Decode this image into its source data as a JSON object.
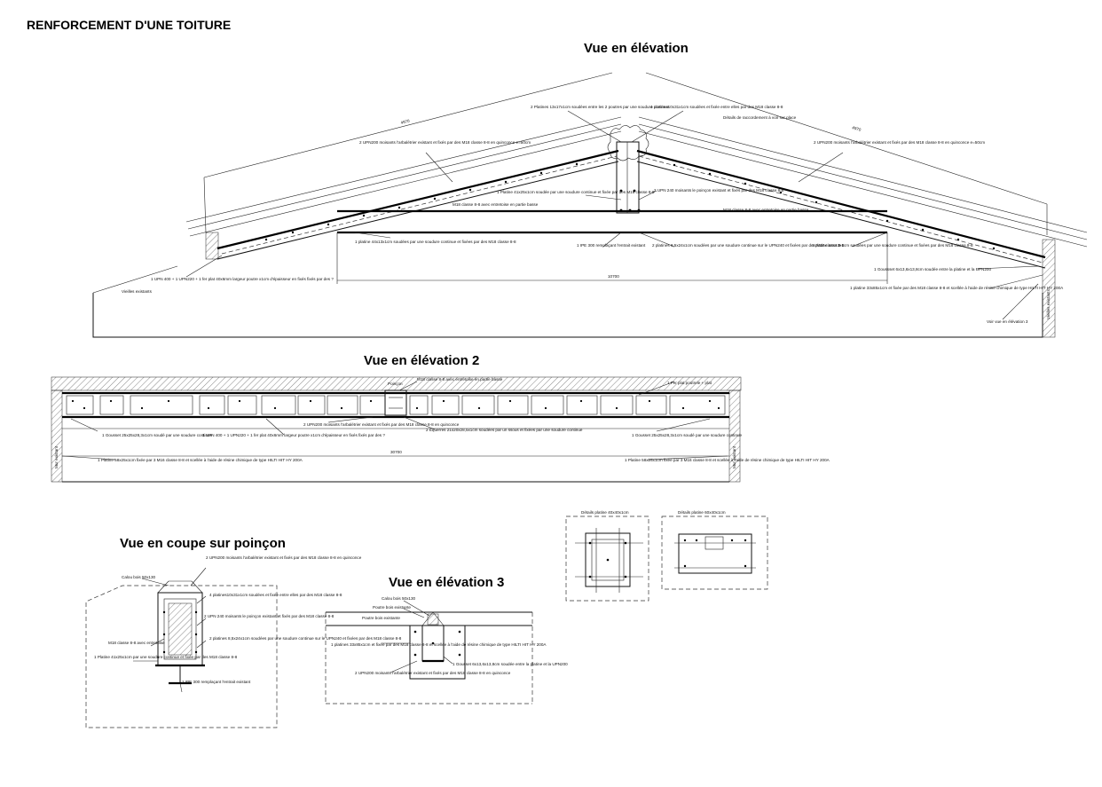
{
  "title": "RENFORCEMENT D'UNE TOITURE",
  "views": {
    "elevation1": "Vue en élévation",
    "elevation2": "Vue en élévation 2",
    "coupe": "Vue en coupe sur poinçon",
    "elevation3": "Vue en élévation 3"
  },
  "elevation1_labels": [
    "2 Platines 13x17x1cm soudées entre les 2 poutres par une soudure continue",
    "4 platines10x31x1cm soudées et fixée entre elles par des M18 classe 8-8",
    "Détails de raccordement à voir sur place",
    "2 UPN200 moisants l'arbalétrier existant et fixés par des M18 classe 8-8 en quinconce e=50cm",
    "2 UPN200 moisants l'arbalétrier existant et fixés par des M18 classe 8-8 en quinconce e=50cm",
    "1 Platine 41x25x1cm soudée par une soudure continue et fixée par des M18 classe 8-8",
    "2 UPN 240 moisants le poinçon existant et fixés par des M18 classe 8-8",
    "M18 classe 8-8 avec entretoise en partie basse",
    "M18 classe 8-8 avec entretoise en partie basse",
    "1 platine 44x13x1cm soudées par une soudure continue et fixées par des M18 classe 8-8",
    "1 IPE 300 remplaçant l'entrait existant",
    "2 platines 8,5x24x1cm soudées par une soudure continue sur le UPN240 et fixées par des M18 classe 8-8",
    "1 platine 44x13x1cm soudées par une soudure continue et fixées par des M18 classe 8-8",
    "1 UPN 400 + 1 UPN220 + 1 fer plat 40x6mm largeur poutre x1cm d'épaisseur en fixés fixés par des ?",
    "Vieilles existants",
    "1 Goussset 6x13,6x13,8cm soudée entre la platine et la UPN200",
    "1 platine 33x85x1cm et fixée par des M18 classe 8-8 et scellée à l'aide de résine chimique de type HILTI HIT HY 200A",
    "Voir vue en élévation 3",
    "Vieilles existants"
  ],
  "elevation2_labels": [
    "M18 classe 8-8 avec entretoise en partie basse",
    "1 Fer plat poutrele + plat",
    "Poinçon",
    "1 Gousset 25x25x28,3x1cm soudé par une soudure continue",
    "1 UPN 400 + 1 UPN220 + 1 fer plat 40x6mm largeur poutre x1cm d'épaisseur en fixés fixés par des ?",
    "2 UPN200 moisants l'arbalétrier existant et fixés par des M18 classe 8-8 en quinconce",
    "2 Equerres 21x20x28,5x1cm soudées par un ssous et fixées par une soudure continue",
    "1 Gousset 25x25x28,3x1cm soudé par une soudure continue",
    "1 Platine 58x25x1cm fixée par 3 M16 classe 8-8 et scellée à l'aide de résine chimique de type HILTI HIT HY 200A",
    "1 Platine 58x25x1cm fixée par 3 M16 classe 8-8 et scellée à l'aide de résine chimique de type HILTI HIT HY 200A",
    "Mur existant",
    "Mur existant"
  ],
  "coupe_labels": [
    "Calou bois 50x130",
    "2 UPN200 moisants l'arbalétrier existant et fixés par des M18 classe 8-8 en quinconce",
    "4 platines10x31x1cm soudées et fixée entre elles par des M18 classe 8-8",
    "2 UPN 240 moisants le poinçon existant et fixés par des M18 classe 8-8",
    "M18 classe 8-8 avec entretoise",
    "2 platines 8,5x24x1cm soudées par une soudure continue sur le UPN240 et fixées par des M18 classe 8-8",
    "1 Platine 41x25x1cm par une soudure continue et fixée par des M18 classe 8-8",
    "1 IPE 300 remplaçant l'entrait existant"
  ],
  "elevation3_labels": [
    "Calou bois 50x130",
    "Poutre bois existante",
    "Poutre bois existante",
    "1 platines 33x85x1cm et fixée par des M18 classe 8-8 et scellée à l'aide de résine chimique de type HILTI HIT HY 200A",
    "1 Gousset 6x13,6x13,8cm soudée entre la platine et la UPN200",
    "2 UPN200 moisants l'arbalétrier existant et fixés par des M18 classe 8-8 en quinconce"
  ],
  "details": [
    "Détails platine 40x40x1cm",
    "Détails platine 60x40x1cm"
  ],
  "dimensions": {
    "left_rafter": "4970",
    "right_rafter": "4970",
    "span": "10700",
    "span2": "30700"
  }
}
